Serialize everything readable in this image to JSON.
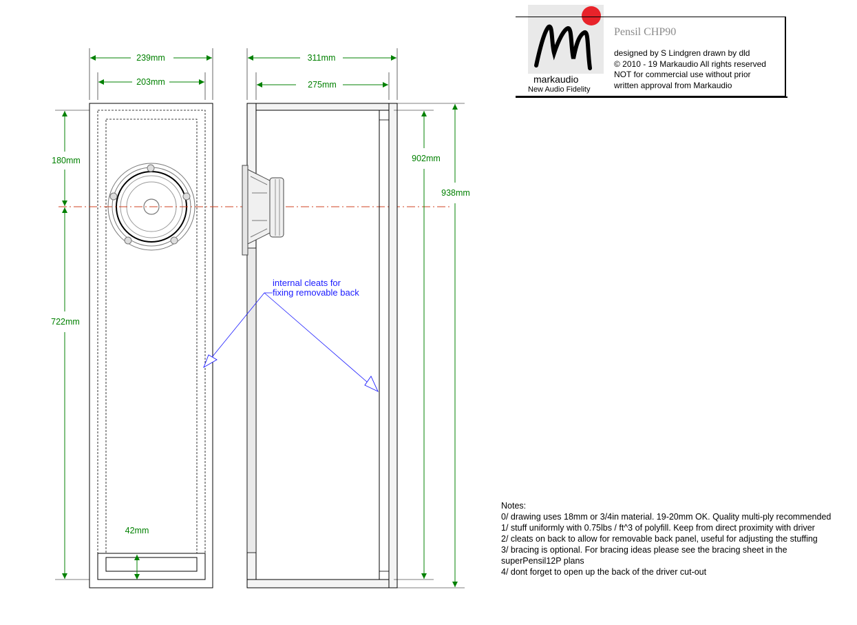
{
  "title_block": {
    "title": "Pensil CHP90",
    "lines": [
      "designed by S Lindgren drawn by dld",
      "© 2010 - 19 Markaudio All rights reserved",
      "NOT for commercial use without prior",
      "written approval from Markaudio"
    ]
  },
  "logo": {
    "brand": "markaudio",
    "tagline": "New Audio Fidelity",
    "accent_color": "#e8232a"
  },
  "dimensions": {
    "front_outer_width": "239mm",
    "front_inner_width": "203mm",
    "driver_height": "180mm",
    "lower_height": "722mm",
    "port_height": "42mm",
    "side_outer_depth": "311mm",
    "side_inner_depth": "275mm",
    "internal_height": "902mm",
    "total_height": "938mm"
  },
  "annotation": {
    "line1": "internal cleats for",
    "line2": "fixing removable back"
  },
  "notes": {
    "heading": "Notes:",
    "items": [
      "0/ drawing uses 18mm or 3/4in material. 19-20mm OK. Quality multi-ply recommended",
      "1/ stuff uniformly with 0.75lbs / ft^3 of polyfill. Keep from direct proximity with driver",
      "2/ cleats on back to allow for removable back panel, useful for adjusting the stuffing",
      "3/ bracing is optional. For bracing ideas please see the bracing sheet in the superPensil12P plans",
      "4/ dont forget to open up the back of the driver cut-out"
    ]
  },
  "colors": {
    "dimension": "#008000",
    "annotation": "#1a1aff",
    "centerline": "#d04020",
    "outline": "#000000"
  }
}
